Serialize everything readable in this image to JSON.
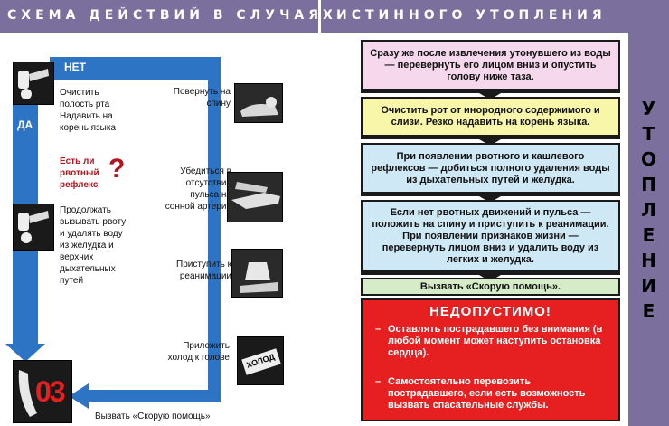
{
  "header": {
    "left": "СХЕМА ДЕЙСТВИЙ В СЛУЧАЯХ",
    "right": "ИСТИННОГО УТОПЛЕНИЯ"
  },
  "side_title": "УТОПЛЕНИЕ",
  "flow": {
    "no_label": "НЕТ",
    "yes_label": "ДА",
    "step_clear_mouth": "Очистить полость рта Надавить на корень языка",
    "question": "Есть ли рвотный рефлекс",
    "question_mark": "?",
    "step_continue": "Продолжать вызывать рвоту и удалять воду из желудка и верхних дыхательных путей",
    "step_turn_back": "Повернуть на спину",
    "step_check_pulse": "Убедиться в отсутствии пульса на сонной артерии",
    "step_resuscitation": "Приступить к реанимации",
    "step_cold": "Приложить холод к голове",
    "cold_icon_text": "ХОЛОД",
    "step_call": "Вызвать «Скорую помощь»",
    "phone_number": "03"
  },
  "steps": [
    "Сразу же после извлечения утонувшего из воды — перевернуть его лицом вниз и опустить голову ниже таза.",
    "Очистить рот от инородного содержимого и слизи. Резко надавить на корень языка.",
    "При появлении рвотного и кашлевого рефлексов — добиться полного удаления воды из дыхательных путей и желудка.",
    "Если нет рвотных движений и пульса — положить на спину и приступить к реанимации. При появлении признаков жизни — перевернуть лицом вниз и удалить воду из легких и желудка.",
    "Вызвать «Скорую помощь»."
  ],
  "warning": {
    "title": "НЕДОПУСТИМО!",
    "items": [
      "Оставлять пострадавшего без внимания (в любой момент может наступить остановка сердца).",
      "Самостоятельно перевозить пострадавшего, если есть возможность вызвать спасательные службы."
    ]
  },
  "colors": {
    "header": "#7b6f9e",
    "flow_arrow": "#2e74c4",
    "step1": "#f5d8ec",
    "step2": "#f8f6a8",
    "step3": "#cfe8f5",
    "step4": "#cfe8f5",
    "step5": "#d6ecc8",
    "warning": "#e62020",
    "question": "#b4141e"
  }
}
